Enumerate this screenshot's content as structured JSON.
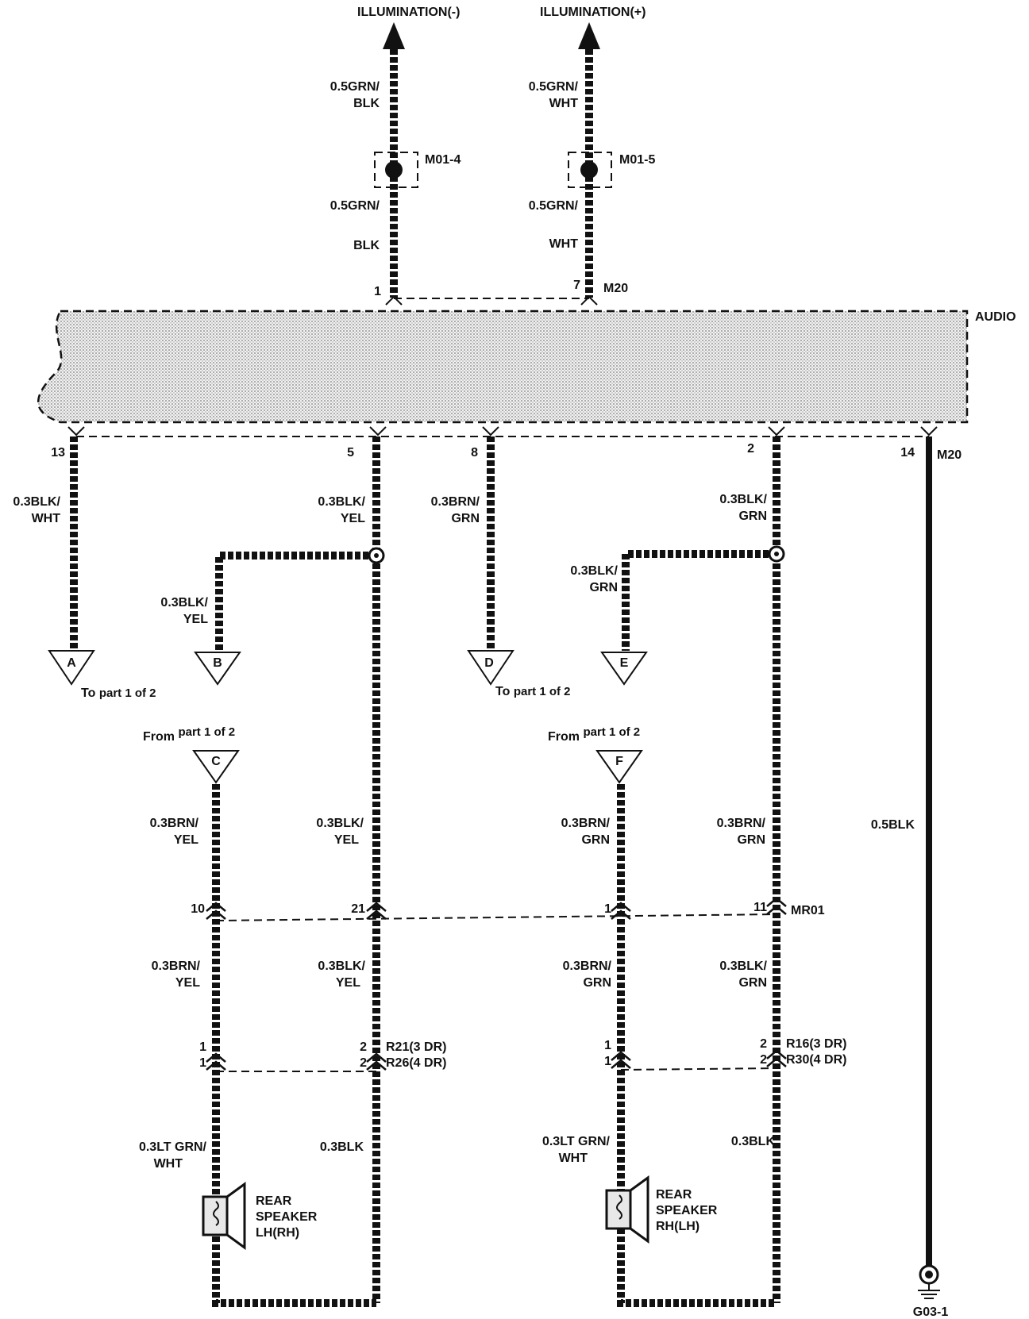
{
  "top": {
    "illum_neg": "ILLUMINATION(-)",
    "illum_pos": "ILLUMINATION(+)",
    "w_neg_upper": [
      "0.5GRN/",
      "BLK"
    ],
    "w_neg_lower": [
      "0.5GRN/",
      "BLK"
    ],
    "w_pos_upper": [
      "0.5GRN/",
      "WHT"
    ],
    "w_pos_lower": [
      "0.5GRN/",
      "WHT"
    ],
    "splice_neg": "M01-4",
    "splice_pos": "M01-5",
    "pin_1": "1",
    "pin_7": "7",
    "conn_top": "M20"
  },
  "audio": {
    "label": "AUDIO",
    "conn_bottom": "M20",
    "pins": [
      "13",
      "5",
      "8",
      "2",
      "14"
    ]
  },
  "wires": {
    "w13": [
      "0.3BLK/",
      "WHT"
    ],
    "w5": [
      "0.3BLK/",
      "YEL"
    ],
    "w8": [
      "0.3BRN/",
      "GRN"
    ],
    "w2": [
      "0.3BLK/",
      "GRN"
    ],
    "wB": [
      "0.3BLK/",
      "YEL"
    ],
    "wE": [
      "0.3BLK/",
      "GRN"
    ],
    "w14": "0.5BLK"
  },
  "connectors": {
    "A": "A",
    "B": "B",
    "C": "C",
    "D": "D",
    "E": "E",
    "F": "F",
    "to_part_1": [
      "To",
      "part 1 of 2"
    ],
    "to_part_2": [
      "To",
      "part 1 of 2"
    ],
    "from_part_1": [
      "From",
      "part 1 of 2"
    ],
    "from_part_2": [
      "From",
      "part 1 of 2"
    ]
  },
  "middle": {
    "wC": [
      "0.3BRN/",
      "YEL"
    ],
    "w5m": [
      "0.3BLK/",
      "YEL"
    ],
    "wF": [
      "0.3BRN/",
      "GRN"
    ],
    "w2m": [
      "0.3BRN/",
      "GRN"
    ],
    "pin_10": "10",
    "pin_21": "21",
    "pin_1": "1",
    "pin_11": "11",
    "mr01": "MR01"
  },
  "lower": {
    "wC2": [
      "0.3BRN/",
      "YEL"
    ],
    "w5l": [
      "0.3BLK/",
      "YEL"
    ],
    "wF2": [
      "0.3BRN/",
      "GRN"
    ],
    "w2l": [
      "0.3BLK/",
      "GRN"
    ],
    "pins_left_a": "1",
    "pins_left_b": "1",
    "pins_r_a": "2",
    "pins_r_b": "2",
    "r21": "R21(3 DR)",
    "r26": "R26(4 DR)",
    "pins_f_a": "1",
    "pins_f_b": "1",
    "pins_g_a": "2",
    "pins_g_b": "2",
    "r16": "R16(3 DR)",
    "r30": "R30(4 DR)"
  },
  "speakers": {
    "lh_wire": [
      "0.3LT GRN/",
      "WHT"
    ],
    "lh_blk": "0.3BLK",
    "lh_name": [
      "REAR",
      "SPEAKER",
      "LH(RH)"
    ],
    "rh_wire": [
      "0.3LT GRN/",
      "WHT"
    ],
    "rh_blk": "0.3BLK",
    "rh_name": [
      "REAR",
      "SPEAKER",
      "RH(LH)"
    ]
  },
  "ground": "G03-1"
}
